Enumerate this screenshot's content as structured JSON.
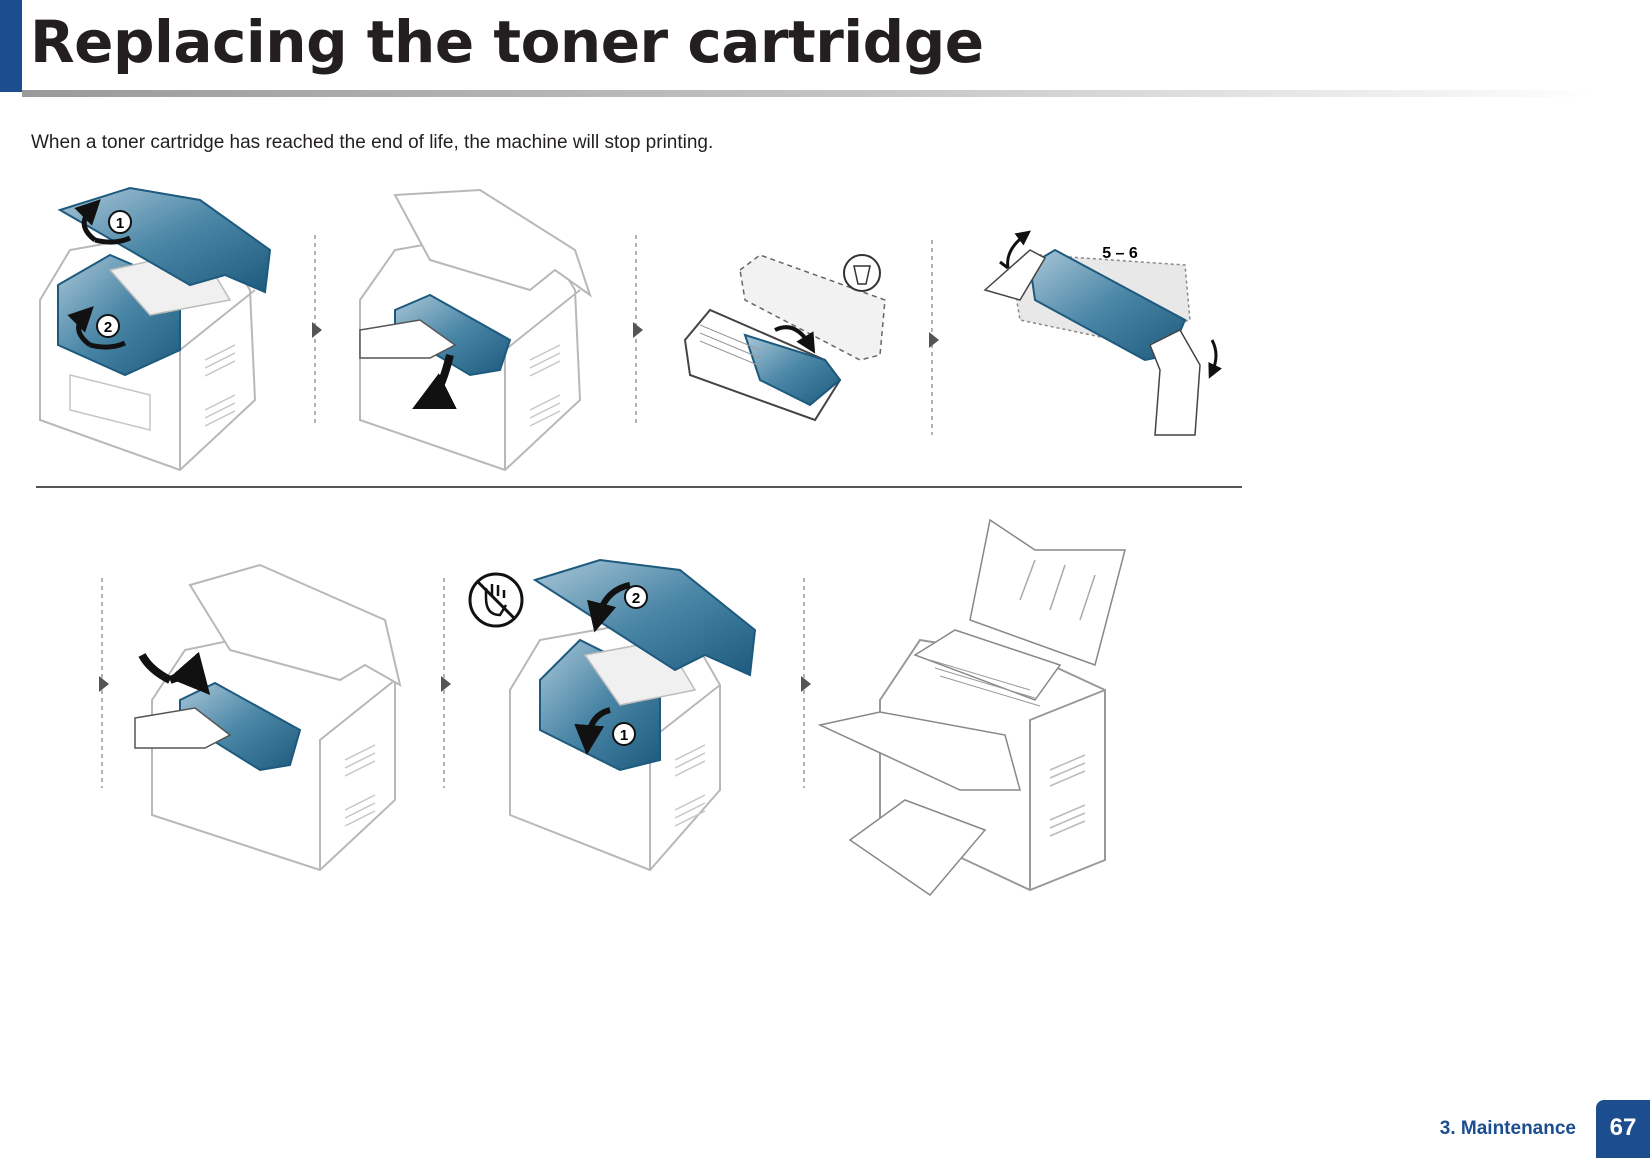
{
  "title": "Replacing the toner cartridge",
  "intro": "When a toner cartridge has reached the end of life, the machine will stop printing.",
  "steps": {
    "step1_open_cover": {
      "label_1": "1",
      "label_2": "2"
    },
    "step4_shake": {
      "label": "5 – 6"
    },
    "step6_close_cover": {
      "label_1": "1",
      "label_2": "2"
    }
  },
  "footer": {
    "section": "3.  Maintenance",
    "page": "67"
  },
  "colors": {
    "accent": "#1b4d8f",
    "toner": "#2f6f8f",
    "line": "#b8b8b8"
  }
}
